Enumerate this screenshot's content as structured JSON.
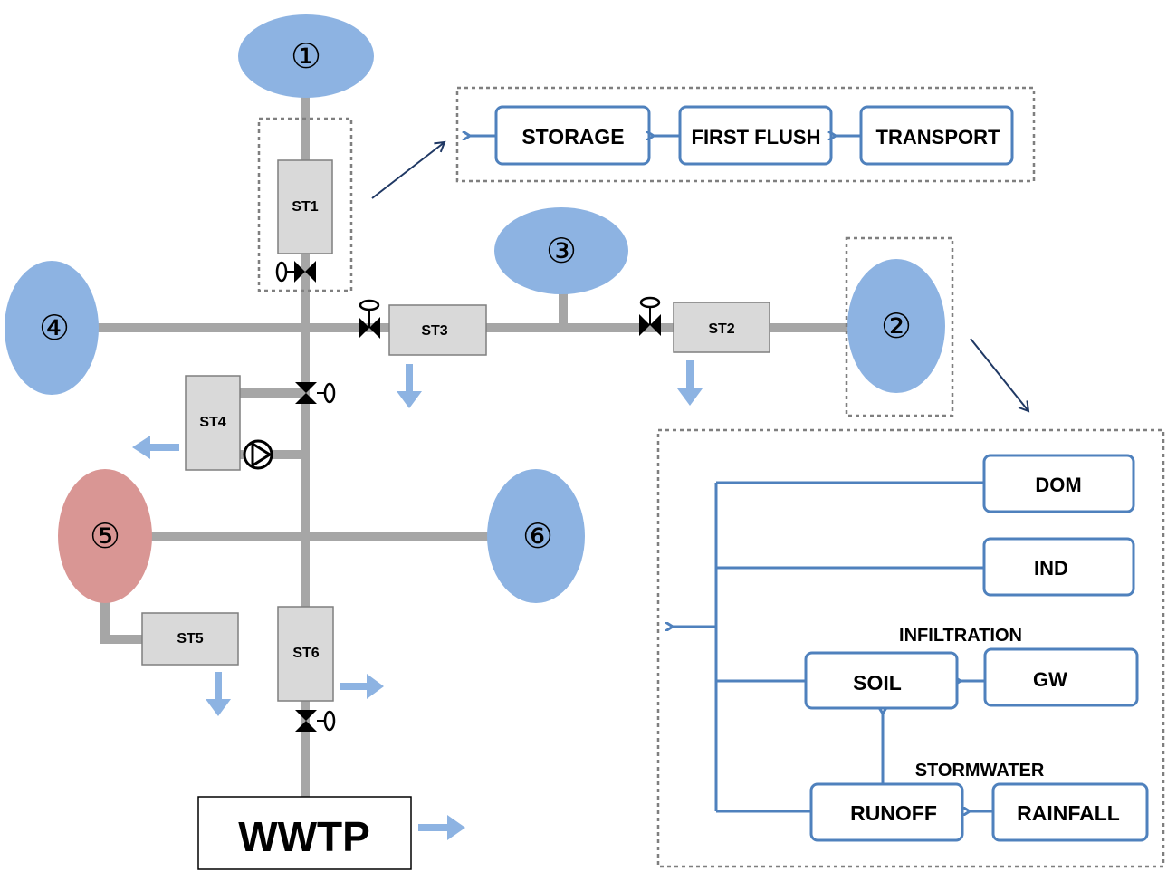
{
  "colors": {
    "pipe": "#a6a6a6",
    "node_blue": "#8db3e2",
    "node_red": "#d99694",
    "tank_fill": "#d9d9d9",
    "tank_stroke": "#7f7f7f",
    "flow_arrow": "#8db3e2",
    "box_stroke": "#4f81bd",
    "dark_arrow": "#1f3864",
    "dash": "#7f7f7f"
  },
  "icons": [
    "valve-icon",
    "pump-icon",
    "outflow-arrow-icon"
  ],
  "nodes": {
    "n1": "①",
    "n2": "②",
    "n3": "③",
    "n4": "④",
    "n5": "⑤",
    "n6": "⑥"
  },
  "tanks": {
    "st1": "ST1",
    "st2": "ST2",
    "st3": "ST3",
    "st4": "ST4",
    "st5": "ST5",
    "st6": "ST6"
  },
  "wwtp": "WWTP",
  "storage_process": {
    "storage": "STORAGE",
    "first_flush": "FIRST FLUSH",
    "transport": "TRANSPORT"
  },
  "inflow_process": {
    "dom": "DOM",
    "ind": "IND",
    "infiltration": "INFILTRATION",
    "soil": "SOIL",
    "gw": "GW",
    "stormwater": "STORMWATER",
    "runoff": "RUNOFF",
    "rainfall": "RAINFALL"
  }
}
